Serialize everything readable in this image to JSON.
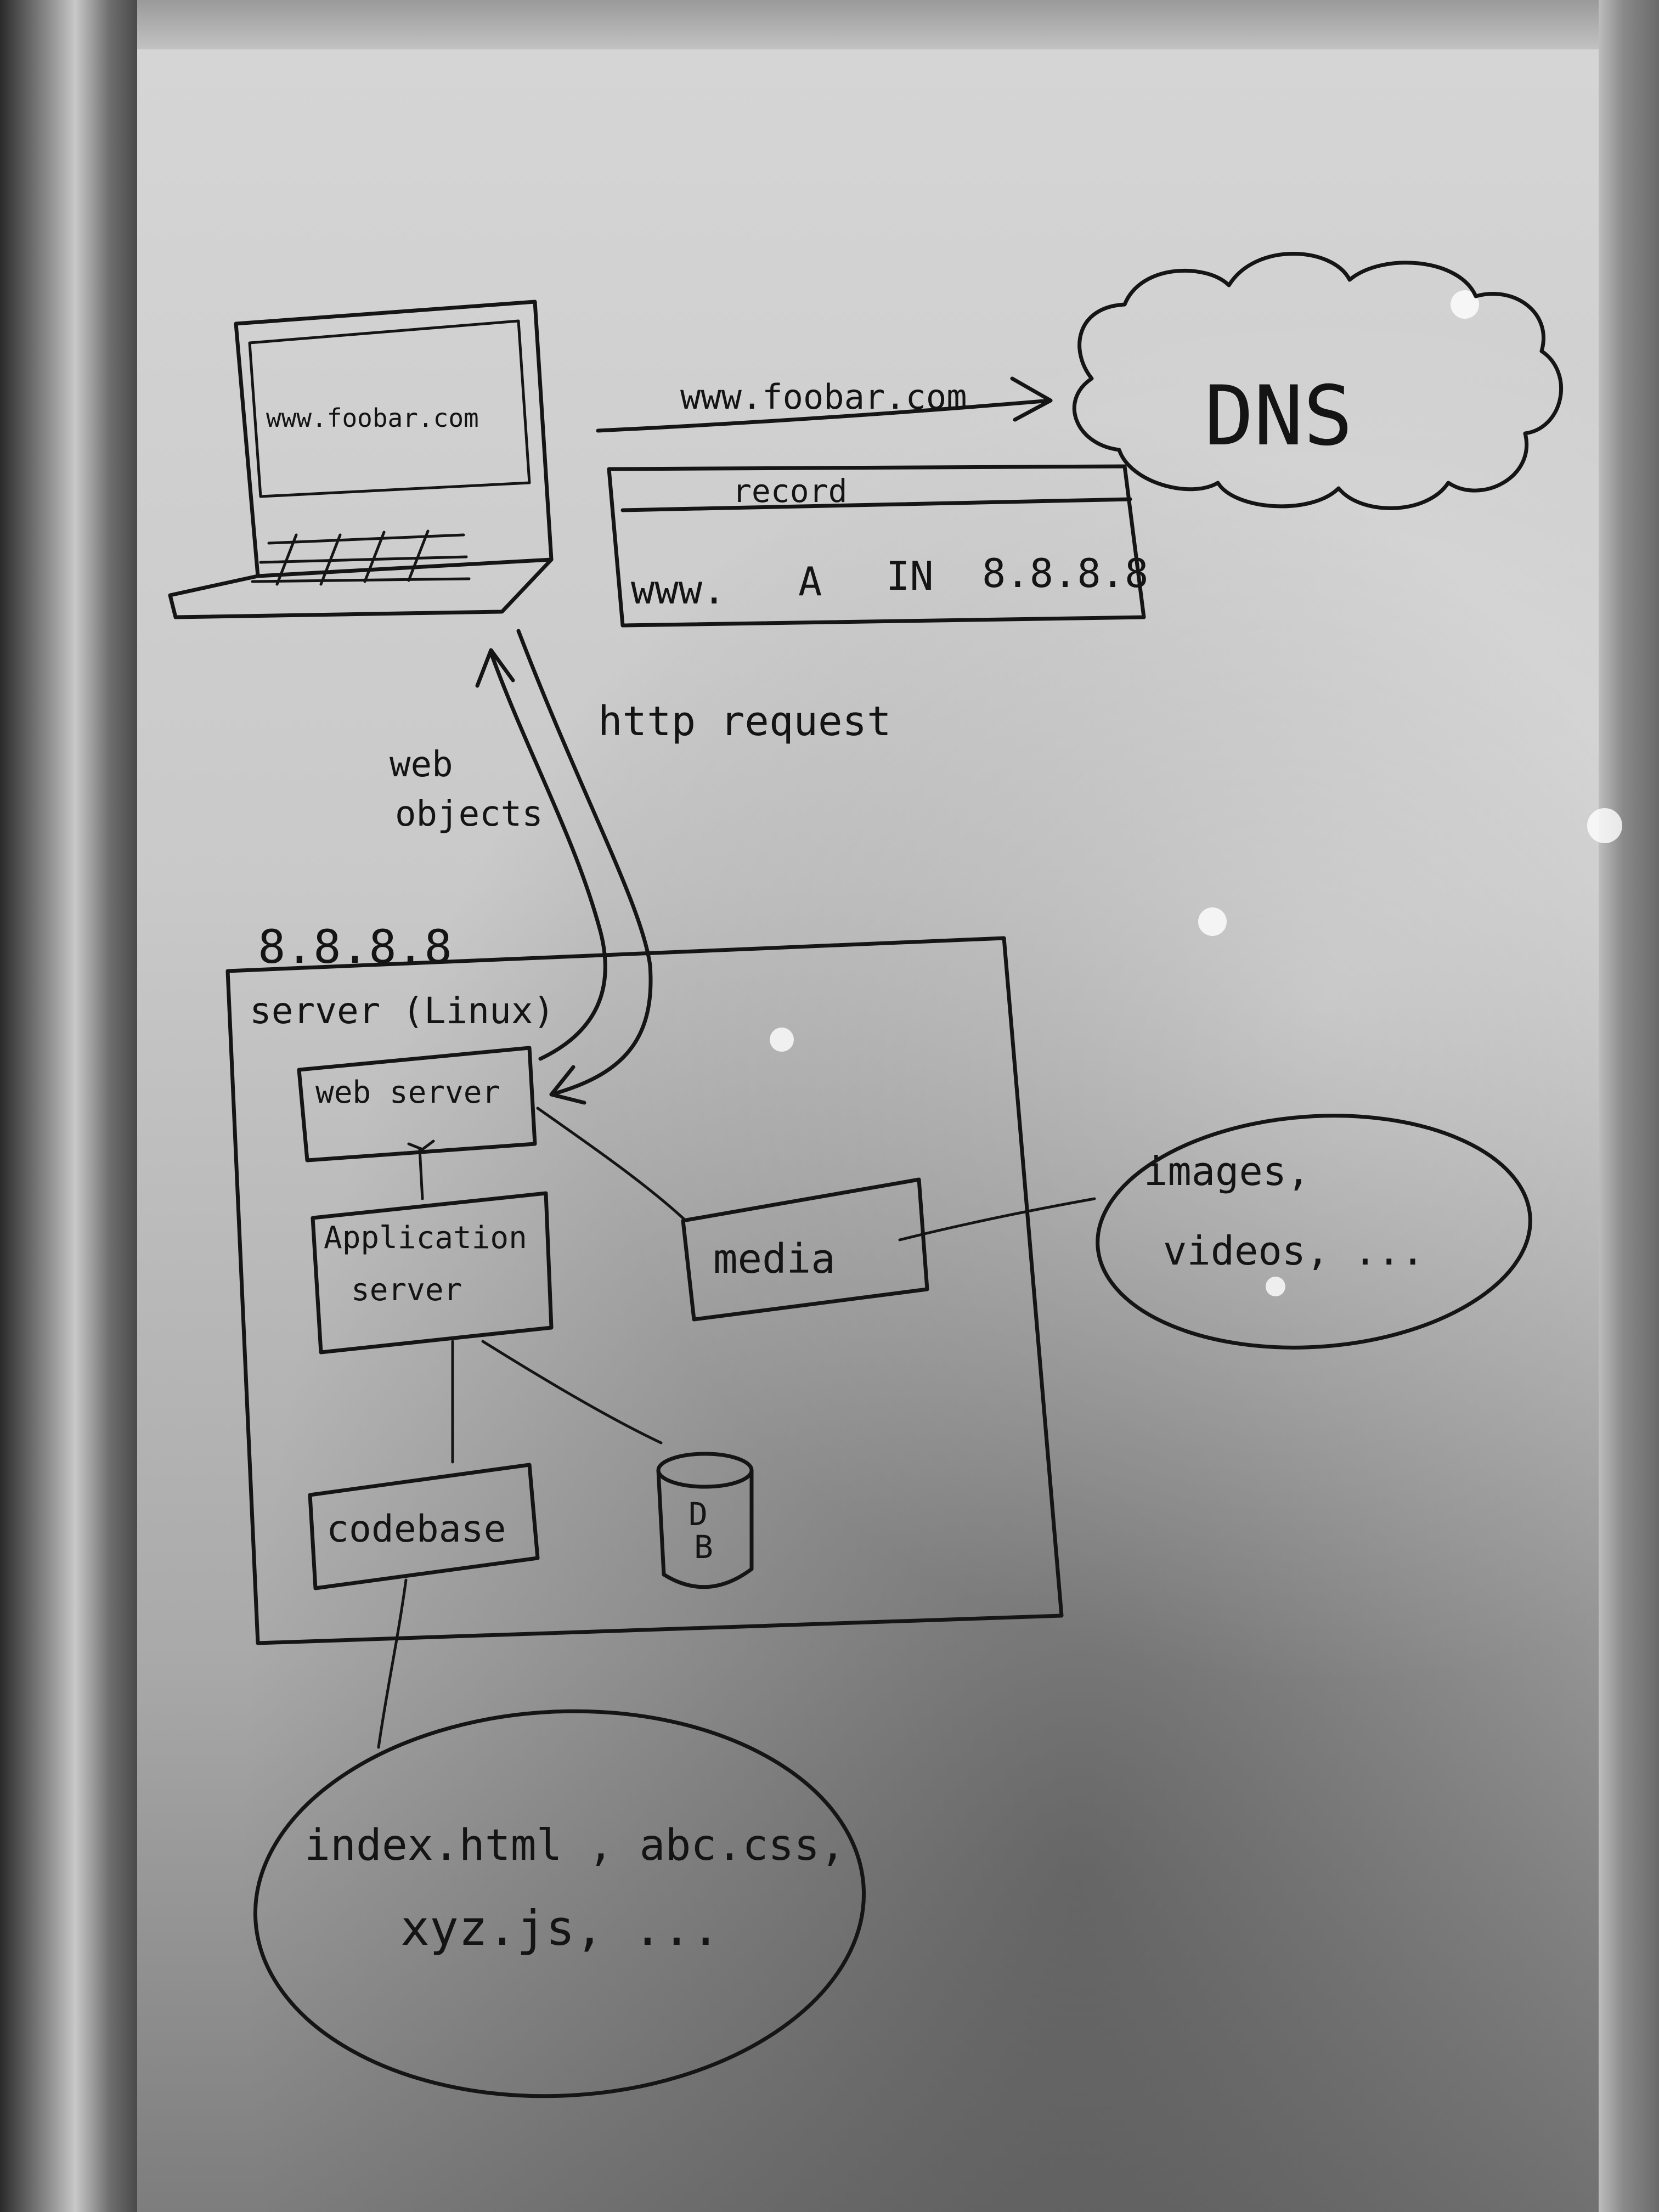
{
  "laptop": {
    "screen_text": "www.foobar.com"
  },
  "dns": {
    "query_label": "www.foobar.com",
    "cloud_label": "DNS"
  },
  "record": {
    "title": "record",
    "row": [
      "www.",
      "A",
      "IN",
      "8.8.8.8"
    ]
  },
  "arrows": {
    "request": "http request",
    "response_line1": "web",
    "response_line2": "objects"
  },
  "server": {
    "ip": "8.8.8.8",
    "title": "server (Linux)",
    "web_server": "web server",
    "app_server_line1": "Application",
    "app_server_line2": "server",
    "media": "media",
    "codebase": "codebase",
    "db_line1": "D",
    "db_line2": "B"
  },
  "media_files": {
    "line1": "images,",
    "line2": "videos, ..."
  },
  "code_files": {
    "line1": "index.html , abc.css,",
    "line2": "xyz.js, ..."
  }
}
